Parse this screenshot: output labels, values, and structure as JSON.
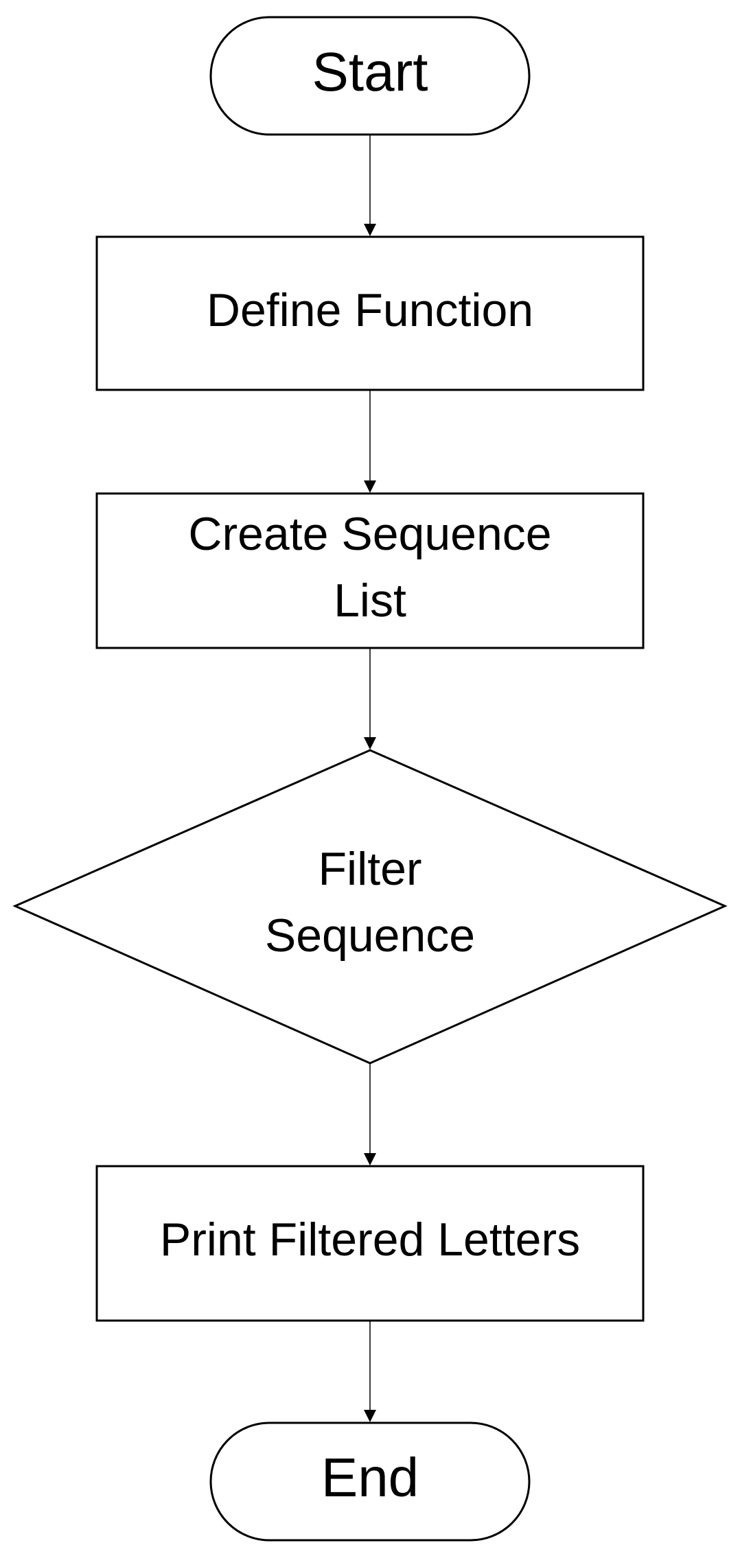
{
  "flowchart": {
    "nodes": {
      "start": {
        "shape": "terminal",
        "lines": [
          "Start"
        ]
      },
      "define_function": {
        "shape": "process",
        "lines": [
          "Define Function"
        ]
      },
      "create_sequence": {
        "shape": "process",
        "lines": [
          "Create Sequence",
          "List"
        ]
      },
      "filter_sequence": {
        "shape": "decision",
        "lines": [
          "Filter",
          "Sequence"
        ]
      },
      "print_filtered": {
        "shape": "process",
        "lines": [
          "Print Filtered Letters"
        ]
      },
      "end": {
        "shape": "terminal",
        "lines": [
          "End"
        ]
      }
    },
    "edges": [
      [
        "start",
        "define_function"
      ],
      [
        "define_function",
        "create_sequence"
      ],
      [
        "create_sequence",
        "filter_sequence"
      ],
      [
        "filter_sequence",
        "print_filtered"
      ],
      [
        "print_filtered",
        "end"
      ]
    ],
    "colors": {
      "stroke": "#000000",
      "fill": "#ffffff",
      "text": "#000000"
    }
  }
}
